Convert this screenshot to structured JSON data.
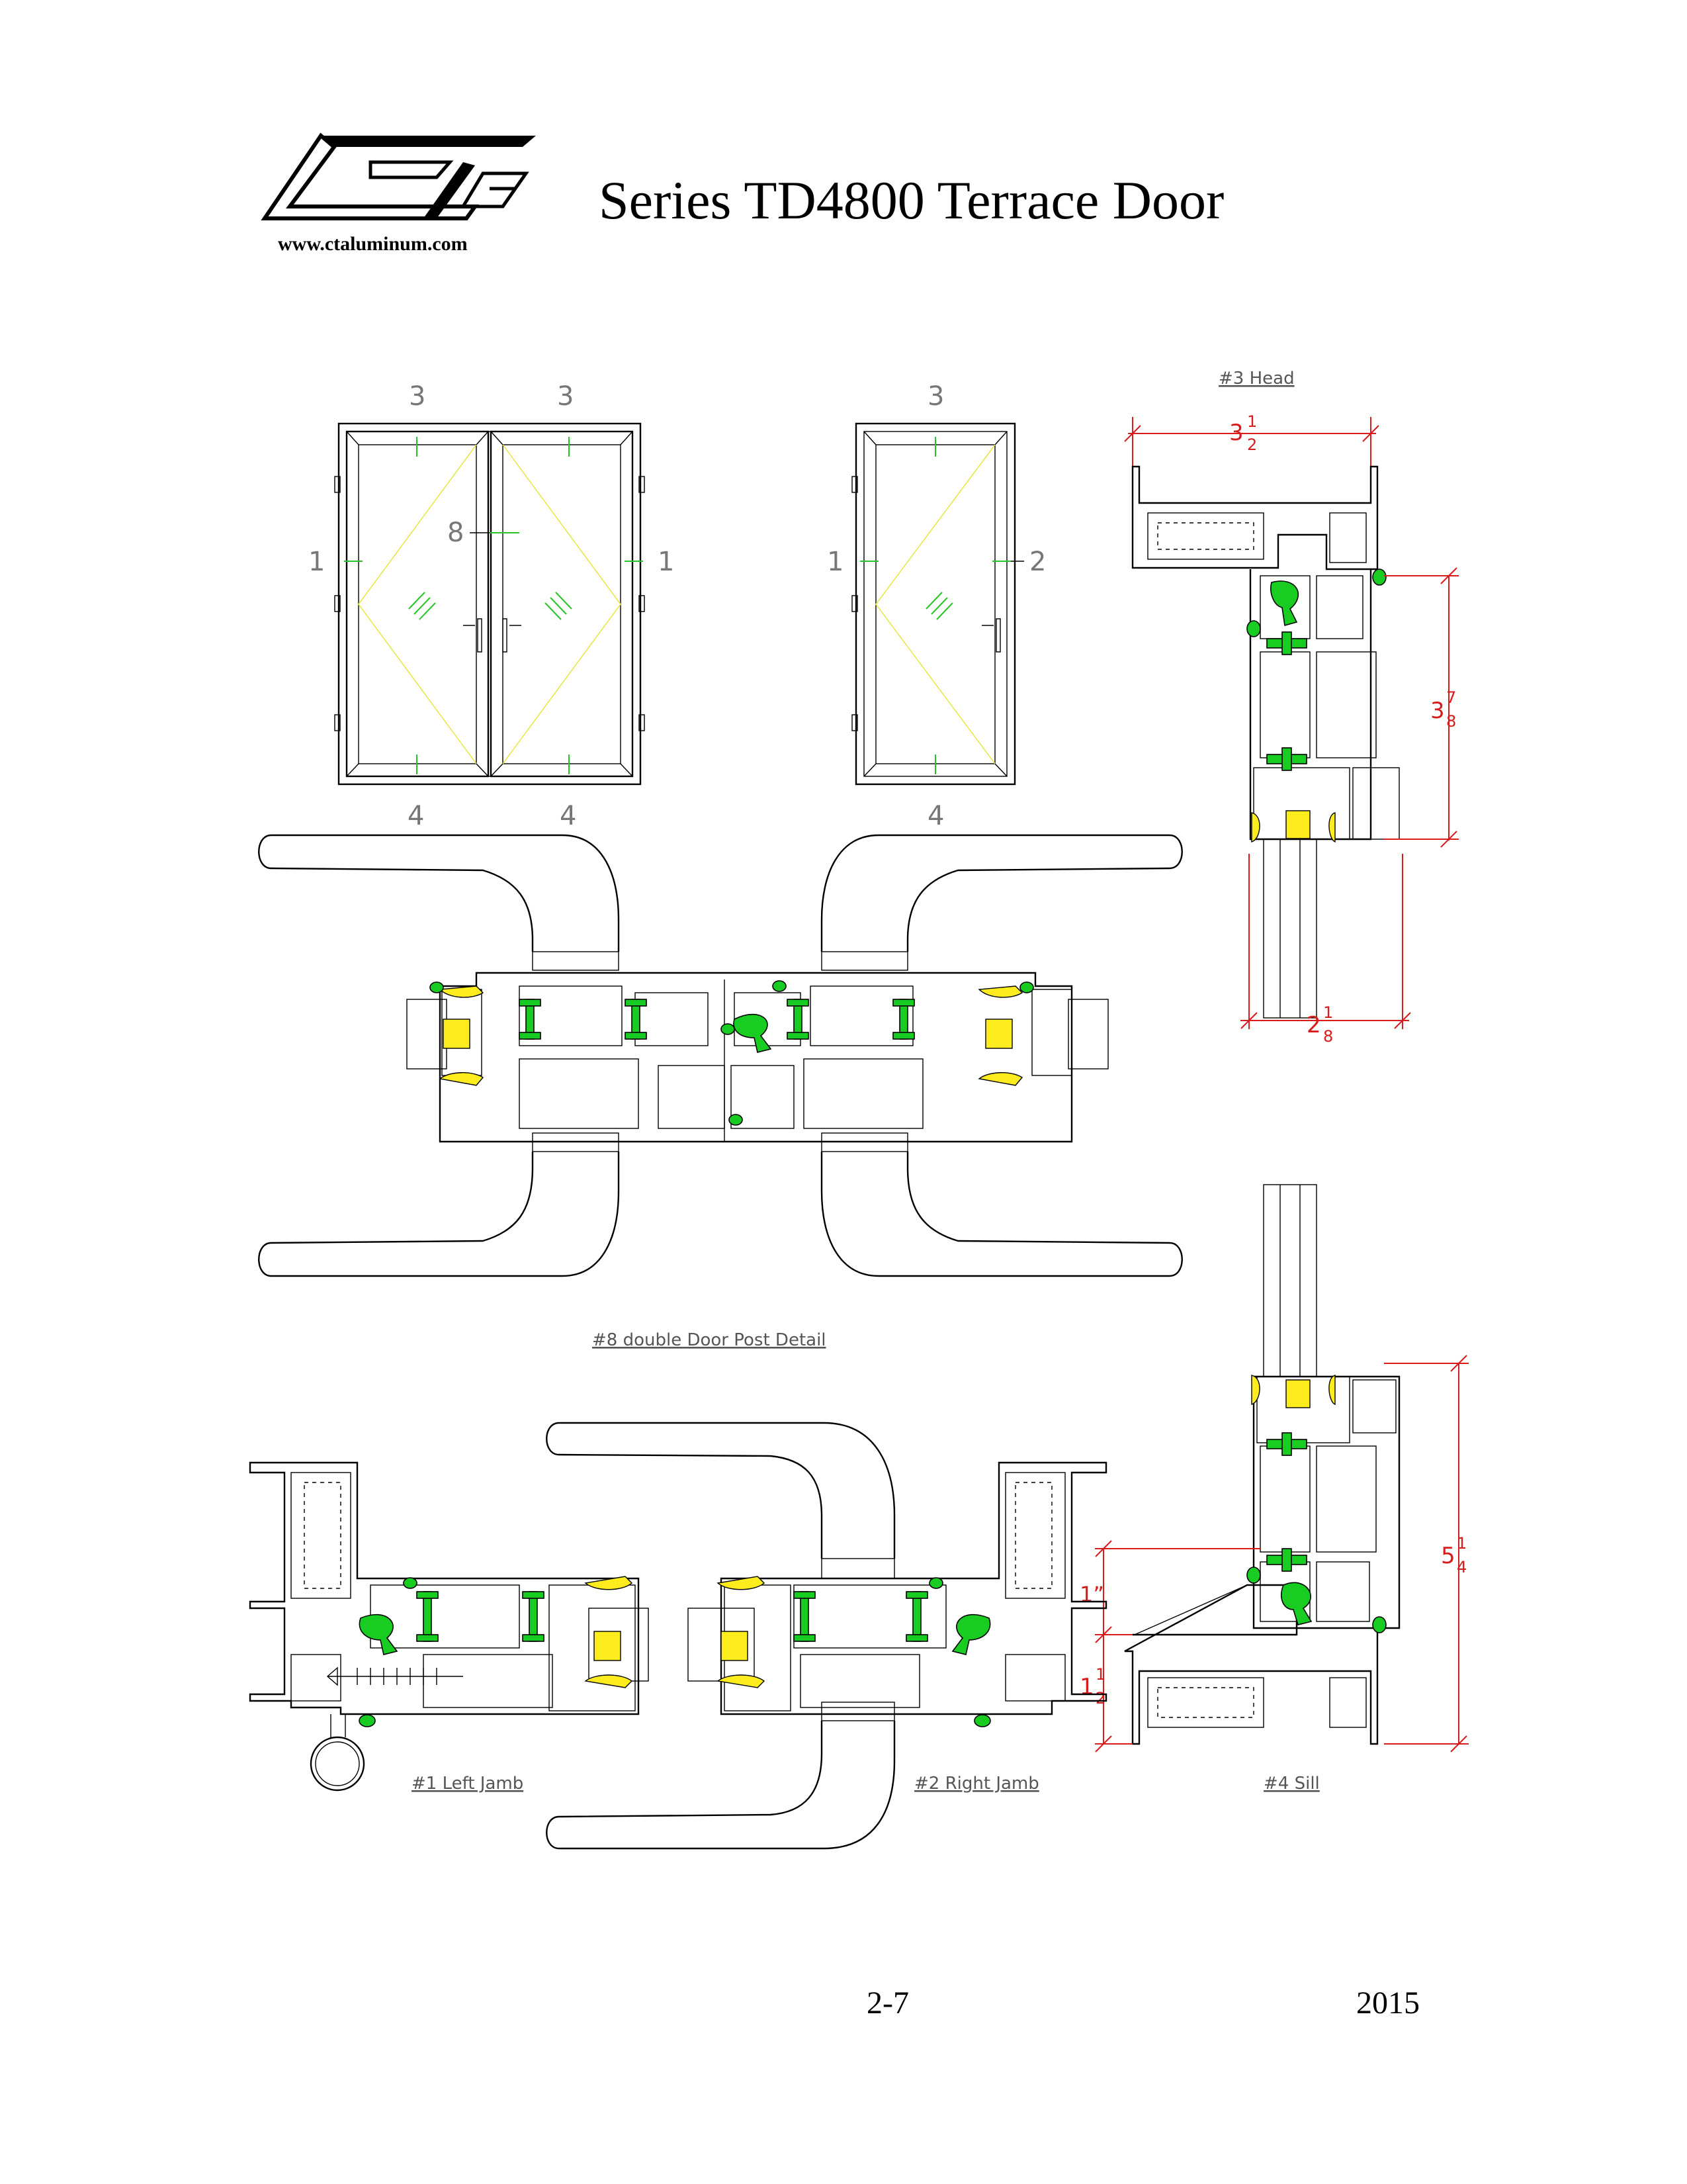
{
  "header": {
    "title": "Series TD4800 Terrace Door",
    "website": "www.ctaluminum.com"
  },
  "elevations": {
    "double_door_marks": {
      "top_left": "3",
      "top_right": "3",
      "left": "1",
      "right": "1",
      "center": "8",
      "bottom_left": "4",
      "bottom_right": "4"
    },
    "single_door_marks": {
      "top": "3",
      "left": "1",
      "right": "2",
      "bottom": "4"
    }
  },
  "details": {
    "head": {
      "label": "#3 Head",
      "dim_width": {
        "whole": "3",
        "num": "1",
        "den": "2"
      },
      "dim_height": {
        "whole": "3",
        "num": "7",
        "den": "8"
      },
      "dim_bottom": {
        "whole": "2",
        "num": "1",
        "den": "8"
      }
    },
    "post": {
      "label": "#8 double Door Post Detail"
    },
    "left_jamb": {
      "label": "#1 Left Jamb"
    },
    "right_jamb": {
      "label": "#2 Right Jamb"
    },
    "sill": {
      "label": "#4 Sill",
      "dim_height": {
        "whole": "5",
        "num": "1",
        "den": "4"
      },
      "dim_step": "1”",
      "dim_lower": {
        "whole": "1",
        "num": "1",
        "den": "2"
      }
    }
  },
  "footer": {
    "page": "2-7",
    "year": "2015"
  },
  "colors": {
    "thermal_break": "#19cc22",
    "glazing_tape": "#ffec1f",
    "dimension": "#d81b1b"
  }
}
